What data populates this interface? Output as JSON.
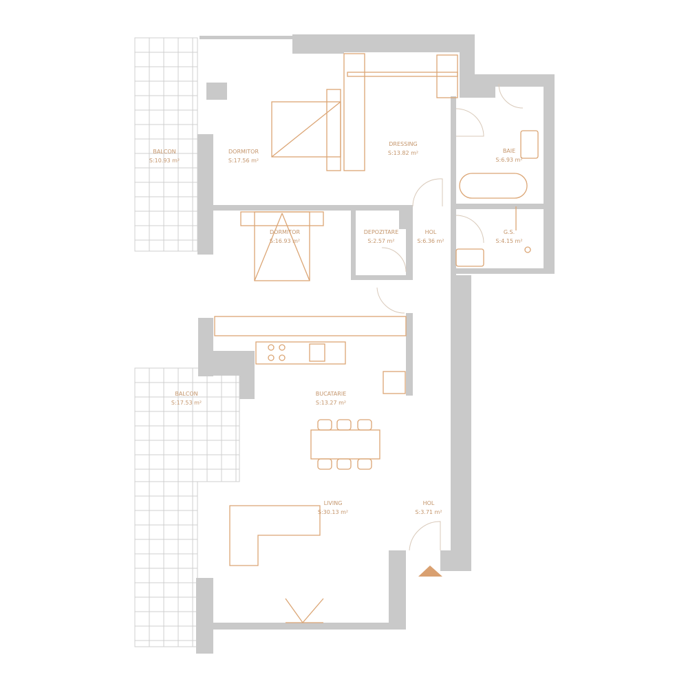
{
  "rooms": [
    {
      "name": "BALCON",
      "area": "S:10.93 m²"
    },
    {
      "name": "DORMITOR",
      "area": "S:17.56 m²"
    },
    {
      "name": "DRESSING",
      "area": "S:13.82 m²"
    },
    {
      "name": "BAIE",
      "area": "S:6.93 m²"
    },
    {
      "name": "DORMITOR",
      "area": "S:16.93 m²"
    },
    {
      "name": "DEPOZITARE",
      "area": "S:2.57 m²"
    },
    {
      "name": "HOL",
      "area": "S:6.36 m²"
    },
    {
      "name": "G.S.",
      "area": "S:4.15 m²"
    },
    {
      "name": "BALCON",
      "area": "S:17.53 m²"
    },
    {
      "name": "BUCATARIE",
      "area": "S:13.27 m²"
    },
    {
      "name": "LIVING",
      "area": "S:30.13 m²"
    },
    {
      "name": "HOL",
      "area": "S:3.71 m²"
    }
  ],
  "colors": {
    "wall": "#c9c9c9",
    "furniture": "#dba574",
    "label": "#c4956b",
    "entrance": "#d9a070"
  }
}
